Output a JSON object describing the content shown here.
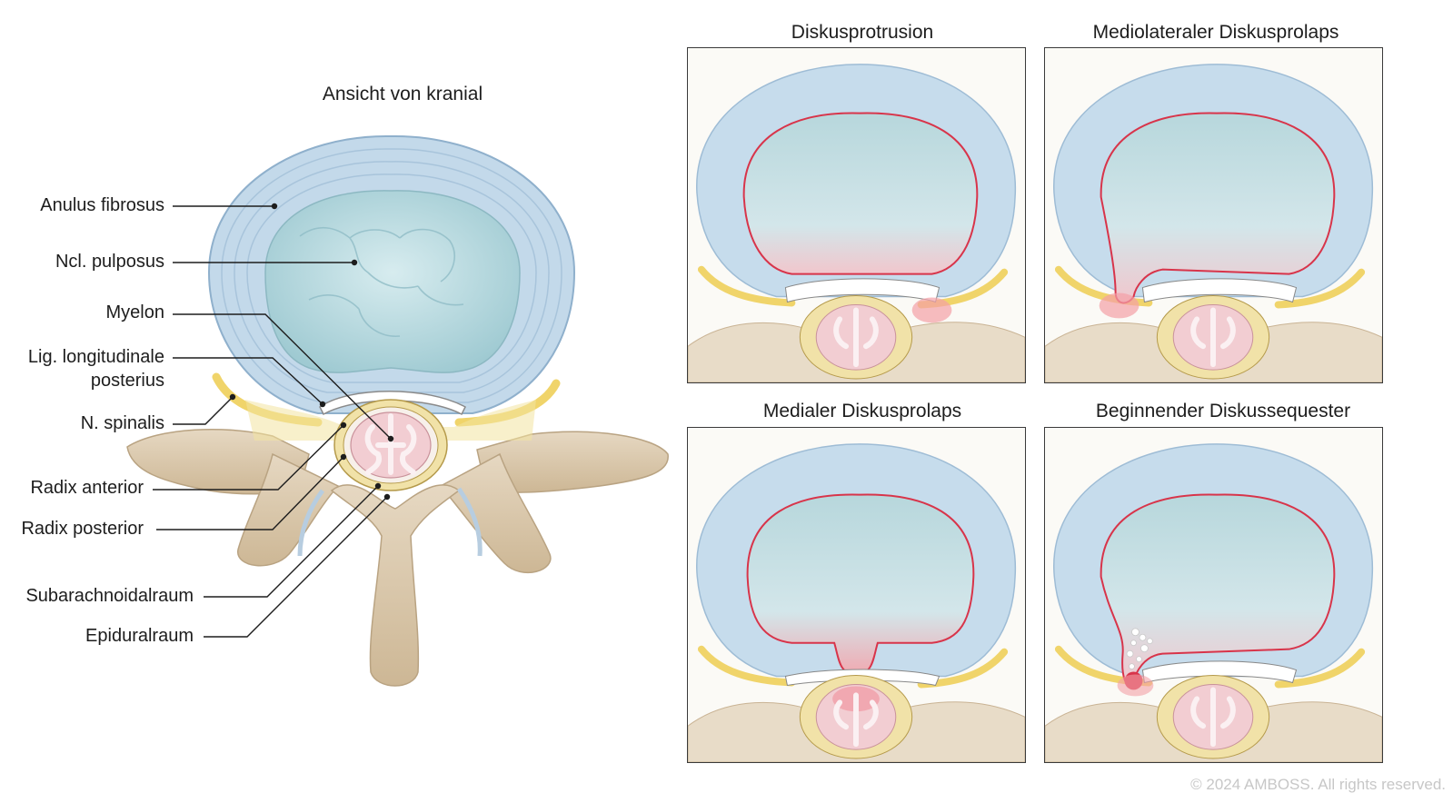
{
  "main": {
    "title": "Ansicht von kranial",
    "labels": [
      {
        "id": "anulus",
        "text": "Anulus fibrosus"
      },
      {
        "id": "ncl",
        "text": "Ncl. pulposus"
      },
      {
        "id": "myelon",
        "text": "Myelon"
      },
      {
        "id": "lig1",
        "text": "Lig. longitudinale"
      },
      {
        "id": "lig2",
        "text": "posterius"
      },
      {
        "id": "nspin",
        "text": "N. spinalis"
      },
      {
        "id": "radant",
        "text": "Radix anterior"
      },
      {
        "id": "radpost",
        "text": "Radix posterior"
      },
      {
        "id": "subarach",
        "text": "Subarachnoidalraum"
      },
      {
        "id": "epidural",
        "text": "Epiduralraum"
      }
    ]
  },
  "panels": [
    {
      "title": "Diskusprotrusion"
    },
    {
      "title": "Mediolateraler Diskusprolaps"
    },
    {
      "title": "Medialer Diskusprolaps"
    },
    {
      "title": "Beginnender Diskussequester"
    }
  ],
  "footer": {
    "copyright": "© 2024 AMBOSS. All rights reserved."
  },
  "colors": {
    "annulus": "#c6dcec",
    "nucleus": "#b4d8de",
    "bone": "#ddcdb5",
    "nerve": "#f0d46a",
    "herniation": "#d8344a",
    "leader": "#1d1d1d"
  }
}
